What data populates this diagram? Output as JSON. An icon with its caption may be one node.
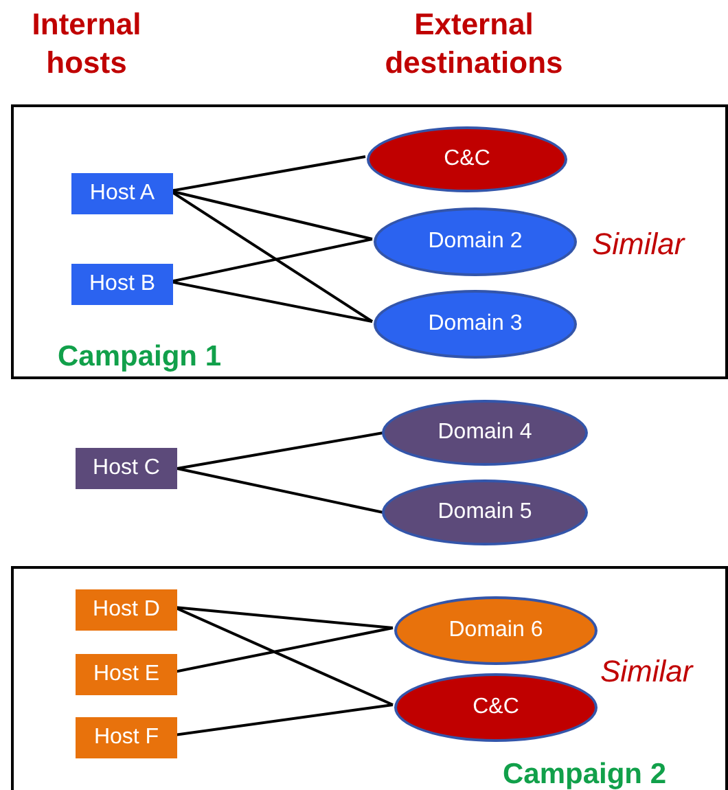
{
  "diagram": {
    "nodes": [
      {
        "text": [
          "Campaign 1"
        ]
      },
      {
        "text": [
          "Host A"
        ],
        "in": 0
      },
      {
        "text": [
          "C&C"
        ],
        "in": 0
      },
      {
        "text": [
          "Domain 2"
        ],
        "in": 0
      },
      {
        "text": [
          "Host B"
        ],
        "in": 0
      },
      {
        "text": [
          "Domain 3"
        ],
        "in": 0
      },
      {
        "text": [
          "Host C"
        ]
      },
      {
        "text": [
          "Domain 4"
        ]
      },
      {
        "text": [
          "Domain 5"
        ]
      },
      {
        "text": [
          "Campaign 2"
        ]
      },
      {
        "text": [
          "Host D"
        ],
        "in": 9
      },
      {
        "text": [
          "Domain 6"
        ],
        "in": 9
      },
      {
        "text": [
          "Host E"
        ],
        "in": 9
      },
      {
        "text": [
          "C&C"
        ],
        "in": 9
      },
      {
        "text": [
          "Host F"
        ],
        "in": 9
      }
    ],
    "edges": [
      {
        "from": 1,
        "to": 2,
        "arrow": "none"
      },
      {
        "from": 1,
        "to": 3,
        "arrow": "none"
      },
      {
        "from": 1,
        "to": 5,
        "arrow": "none"
      },
      {
        "from": 4,
        "to": 3,
        "arrow": "none"
      },
      {
        "from": 4,
        "to": 5,
        "arrow": "none"
      },
      {
        "from": 6,
        "to": 7,
        "arrow": "none"
      },
      {
        "from": 6,
        "to": 8,
        "arrow": "none"
      },
      {
        "from": 10,
        "to": 11,
        "arrow": "none"
      },
      {
        "from": 10,
        "to": 13,
        "arrow": "none"
      },
      {
        "from": 12,
        "to": 11,
        "arrow": "none"
      },
      {
        "from": 14,
        "to": 13,
        "arrow": "none"
      }
    ],
    "labels": [
      "Internal hosts",
      "External destinations",
      "Similar",
      "Similar"
    ]
  }
}
